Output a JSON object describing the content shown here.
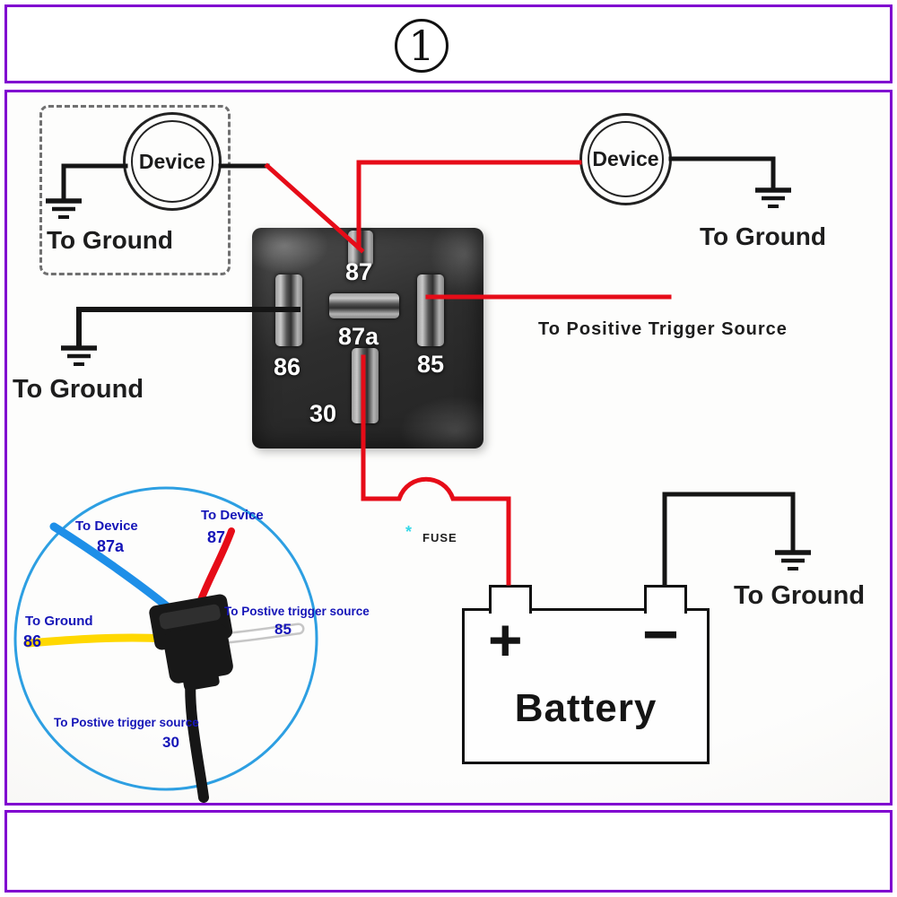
{
  "page_number": "1",
  "colors": {
    "frame": "#8000d0",
    "wire_red": "#e60c18",
    "wire_black": "#151515",
    "wire_blue": "#1e8fe8",
    "wire_yellow": "#ffd800",
    "inset_circle": "#2d9fe2",
    "inset_label": "#1515b8",
    "fuse_star": "#35d8e8"
  },
  "diagram": {
    "device_left": {
      "label": "Device",
      "ground_label": "To Ground"
    },
    "device_right": {
      "label": "Device",
      "ground_label": "To Ground"
    },
    "relay": {
      "pin_87": "87",
      "pin_87a": "87a",
      "pin_86": "86",
      "pin_85": "85",
      "pin_30": "30",
      "ground_label": "To Ground"
    },
    "trigger_label": "To Positive Trigger Source",
    "fuse": {
      "star": "*",
      "label": "FUSE"
    },
    "battery": {
      "plus": "+",
      "minus": "−",
      "label": "Battery",
      "ground_label": "To Ground"
    }
  },
  "socket_inset": {
    "wires": [
      {
        "label": "To Device",
        "pin": "87a"
      },
      {
        "label": "To Device",
        "pin": "87"
      },
      {
        "label": "To Ground",
        "pin": "86"
      },
      {
        "label": "To Postive trigger source",
        "pin": "85"
      },
      {
        "label": "To Postive trigger source",
        "pin": "30"
      }
    ]
  }
}
